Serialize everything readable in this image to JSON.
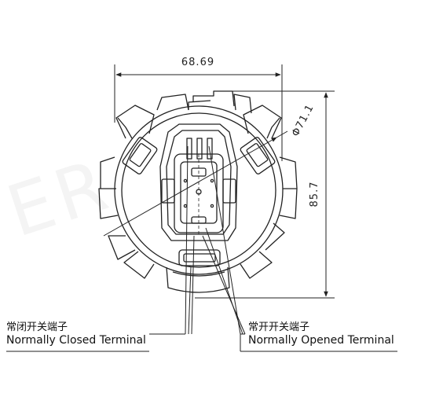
{
  "dimensions": {
    "width": "68.69",
    "diameter": "Φ71.1",
    "height": "85.7"
  },
  "watermark": "ER",
  "callouts": {
    "closed": {
      "cn": "常闭开关端子",
      "en": "Normally Closed Terminal"
    },
    "opened": {
      "cn": "常开开关端子",
      "en": "Normally Opened Terminal"
    }
  },
  "colors": {
    "line": "#222222",
    "background": "#ffffff"
  }
}
